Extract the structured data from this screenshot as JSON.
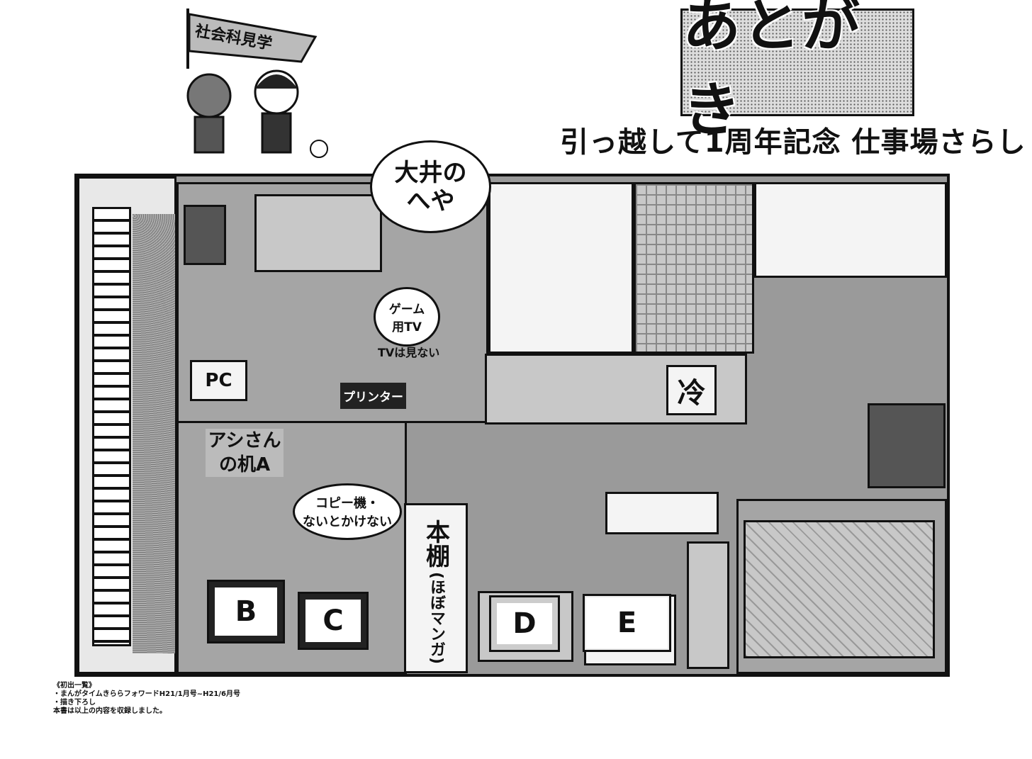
{
  "header": {
    "title": "あとがき",
    "subtitle": "引っ越して1周年記念 仕事場さらし",
    "banner": "社会科見学"
  },
  "floor_plan": {
    "room_name_bubble": "大井のへや",
    "game_tv_bubble": "ゲーム用TV",
    "game_tv_note": "TVは見ない",
    "pc_label": "PC",
    "printer_label": "プリンター",
    "assistant_desk_label": "アシさんの机A",
    "copier_bubble_line1": "コピー機・",
    "copier_bubble_line2": "ないとかけない",
    "bookshelf_label": "本棚",
    "bookshelf_note": "(ほぼマンガ)",
    "fridge_label": "冷",
    "desks": [
      "B",
      "C",
      "D",
      "E"
    ]
  },
  "credits": {
    "heading": "《初出一覧》",
    "line1": "・まんがタイムきららフォワードH21/1月号~H21/6月号",
    "line2": "・描き下ろし",
    "line3": "本書は以上の内容を収録しました。"
  },
  "colors": {
    "ink": "#111111",
    "tone_light": "#c8c8c8",
    "tone_mid": "#a5a5a5",
    "tone_dark": "#555555"
  }
}
